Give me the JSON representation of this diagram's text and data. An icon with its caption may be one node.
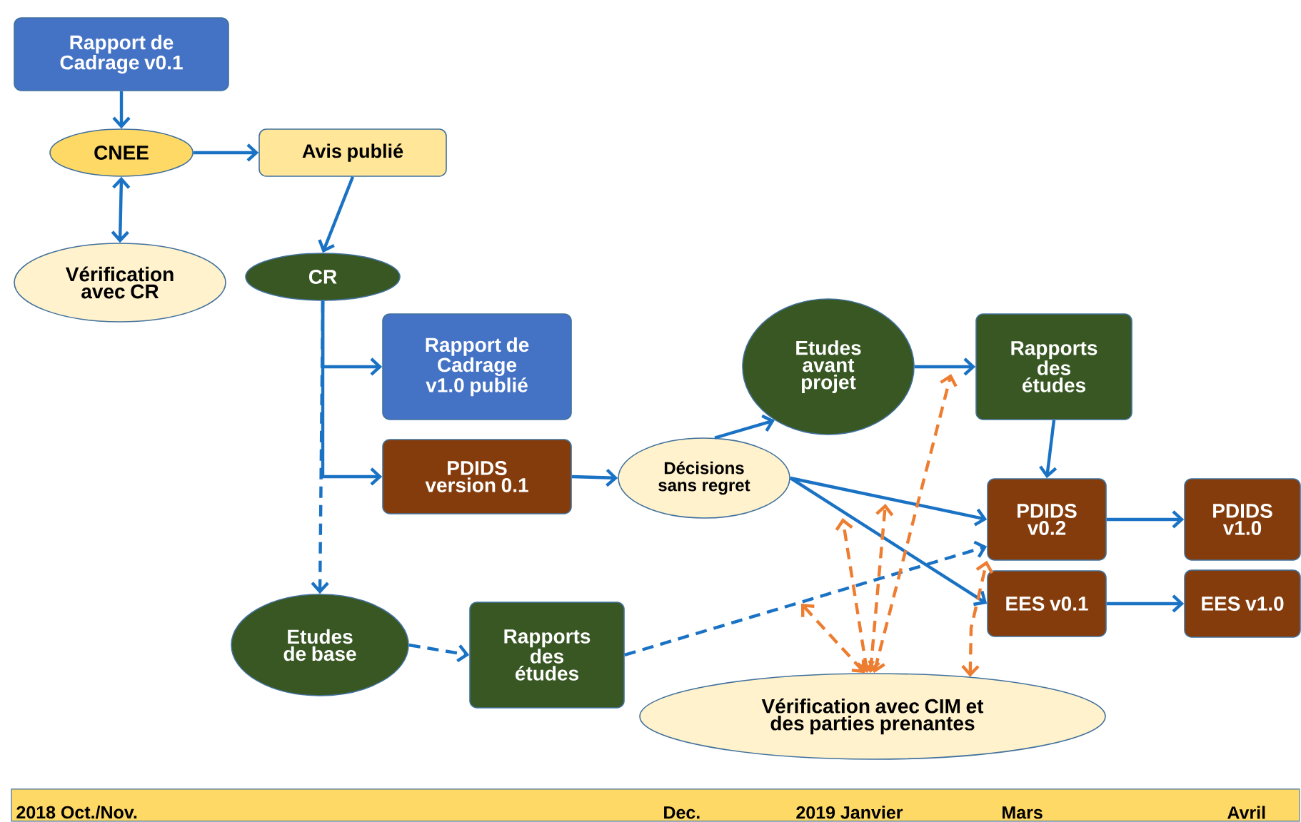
{
  "diagram": {
    "nodes": [
      {
        "text": [
          "Rapport de Cadrage v0.1"
        ]
      },
      {
        "text": [
          "CNEE"
        ]
      },
      {
        "text": [
          "Avis publié"
        ]
      },
      {
        "text": [
          "Vérification avec CR"
        ]
      },
      {
        "text": [
          "CR"
        ]
      },
      {
        "text": [
          "Rapport de Cadrage v1.0 publié"
        ]
      },
      {
        "text": [
          "PDIDS version 0.1"
        ]
      },
      {
        "text": [
          "Décisions sans regret"
        ]
      },
      {
        "text": [
          "Etudes avant projet"
        ]
      },
      {
        "text": [
          "Rapports des études"
        ]
      },
      {
        "text": [
          "Etudes de base"
        ]
      },
      {
        "text": [
          "Rapports des études"
        ]
      },
      {
        "text": [
          "PDIDS v0.2"
        ]
      },
      {
        "text": [
          "EES v0.1"
        ]
      },
      {
        "text": [
          "PDIDS v1.0"
        ]
      },
      {
        "text": [
          "EES v1.0"
        ]
      },
      {
        "text": [
          "Vérification avec CIM et des parties prenantes"
        ]
      }
    ],
    "edges": [
      {
        "from": 0,
        "to": 1,
        "arrow": "to"
      },
      {
        "from": 1,
        "to": 2,
        "arrow": "to"
      },
      {
        "from": 1,
        "to": 3,
        "arrow": "both"
      },
      {
        "from": 2,
        "to": 4,
        "arrow": "to"
      },
      {
        "from": 4,
        "to": 10,
        "arrow": "to",
        "style": "dashed"
      },
      {
        "from": 4,
        "to": 5,
        "arrow": "to"
      },
      {
        "from": 4,
        "to": 6,
        "arrow": "to"
      },
      {
        "from": 6,
        "to": 7,
        "arrow": "to"
      },
      {
        "from": 7,
        "to": 8,
        "arrow": "to"
      },
      {
        "from": 8,
        "to": 9,
        "arrow": "to"
      },
      {
        "from": 9,
        "to": 12,
        "arrow": "to"
      },
      {
        "from": 7,
        "to": 12,
        "arrow": "to"
      },
      {
        "from": 7,
        "to": 13,
        "arrow": "to"
      },
      {
        "from": 12,
        "to": 14,
        "arrow": "to"
      },
      {
        "from": 13,
        "to": 15,
        "arrow": "to"
      },
      {
        "from": 10,
        "to": 11,
        "arrow": "to",
        "style": "dashed"
      },
      {
        "from": 11,
        "to": 12,
        "arrow": "to",
        "style": "dashed"
      },
      {
        "from": 16,
        "to": null,
        "arrow": "both",
        "style": "dashed",
        "color": "#ed7d31"
      },
      {
        "from": 16,
        "to": null,
        "arrow": "both",
        "style": "dashed",
        "color": "#ed7d31"
      },
      {
        "from": 16,
        "to": null,
        "arrow": "both",
        "style": "dashed",
        "color": "#ed7d31"
      },
      {
        "from": 16,
        "to": null,
        "arrow": "both",
        "style": "dashed",
        "color": "#ed7d31"
      },
      {
        "from": 16,
        "to": 12,
        "arrow": "both",
        "style": "dashed",
        "color": "#ed7d31"
      }
    ],
    "labels": [
      "2018 Oct./Nov.",
      "Dec.",
      "2019 Janvier",
      "Mars",
      "Avril"
    ]
  }
}
